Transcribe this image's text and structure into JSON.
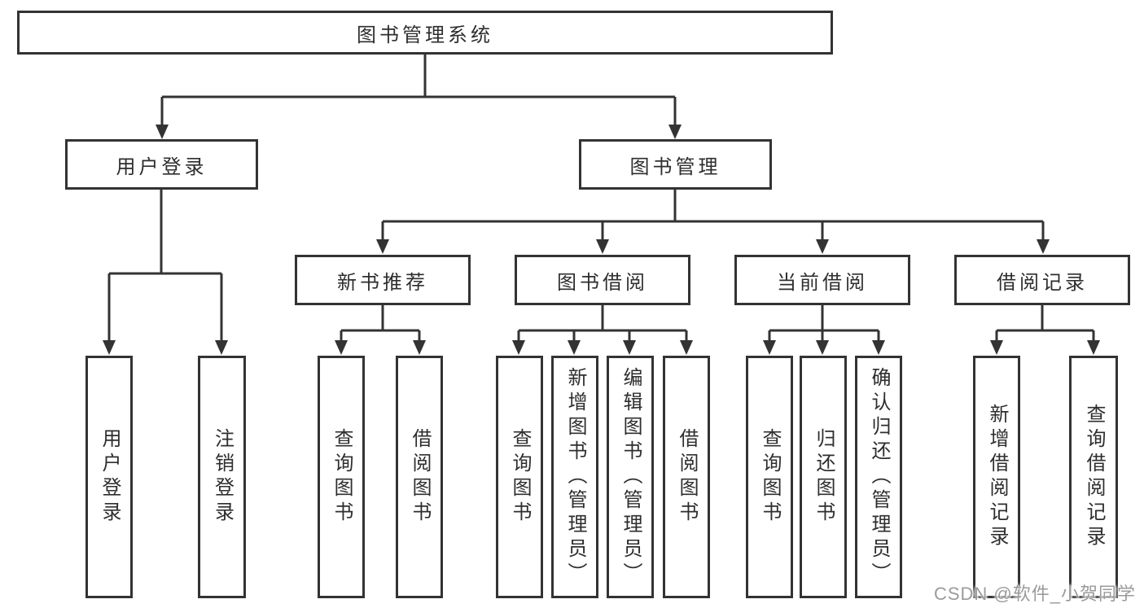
{
  "tree": {
    "root": "图书管理系统",
    "branches": [
      {
        "label": "用户登录",
        "children": [
          "用户登录",
          "注销登录"
        ]
      },
      {
        "label": "图书管理",
        "sections": [
          {
            "label": "新书推荐",
            "children": [
              "查询图书",
              "借阅图书"
            ]
          },
          {
            "label": "图书借阅",
            "children": [
              "查询图书",
              "新增图书（管理员）",
              "编辑图书（管理员）",
              "借阅图书"
            ]
          },
          {
            "label": "当前借阅",
            "children": [
              "查询图书",
              "归还图书",
              "确认归还（管理员）"
            ]
          },
          {
            "label": "借阅记录",
            "children": [
              "新增借阅记录",
              "查询借阅记录"
            ]
          }
        ]
      }
    ]
  },
  "watermark": {
    "text": "CSDN @软件_小贺同学",
    "color": "#9b9b9b"
  },
  "colors": {
    "line": "#333333",
    "box_border": "#333333",
    "text": "#2e2e2e",
    "background": "#ffffff"
  }
}
